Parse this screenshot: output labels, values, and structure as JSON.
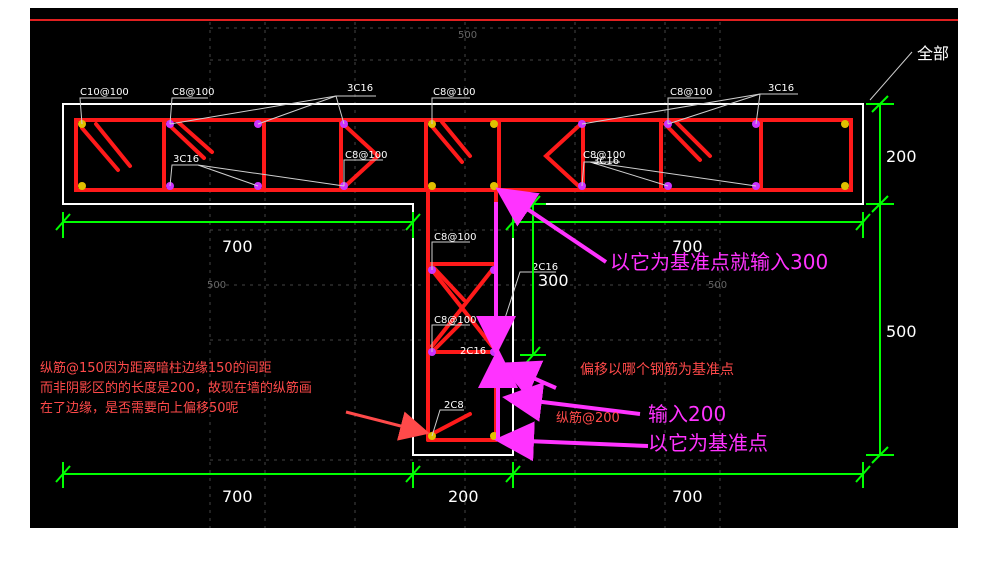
{
  "cad": {
    "header_text": "全部",
    "axis_labels": {
      "top": "500",
      "left": "500",
      "right": "500"
    },
    "rebar_labels": {
      "c10_100": "C10@100",
      "c8_100_a": "C8@100",
      "c8_100_b": "C8@100",
      "c8_100_c": "C8@100",
      "c8_100_d": "C8@100",
      "c8_100_e": "C8@100",
      "c8_100_f": "C8@100",
      "c8_100_g": "C8@100",
      "c16_3a": "3C16",
      "c16_3b": "3C16",
      "c16_3c": "3C16",
      "c16_3d": "3C16",
      "c16_2a": "2C16",
      "c16_2b": "2C16",
      "c8_2": "2C8"
    },
    "dimensions": {
      "top_left": "700",
      "top_right": "700",
      "bottom_left": "700",
      "bottom_mid": "200",
      "bottom_right": "700",
      "right_top": "200",
      "right_bottom": "500",
      "offset_300": "300"
    },
    "annotations": {
      "note_line1": "纵筋@150因为距离暗柱边缘150的间距",
      "note_line2": "而非阴影区的的长度是200，故现在墙的纵筋画",
      "note_line3": "在了边缘，是否需要向上偏移50呢",
      "base_point_300": "以它为基准点就输入300",
      "offset_question": "偏移以哪个钢筋为基准点",
      "input_200": "输入200",
      "longitudinal_200": "纵筋@200",
      "base_point": "以它为基准点"
    },
    "colors": {
      "background": "#000000",
      "rebar": "#ff1a1a",
      "outline": "#ffffff",
      "dimension": "#00ff00",
      "annotation_magenta": "#ff33ff",
      "annotation_red": "#ff4a4a"
    }
  }
}
